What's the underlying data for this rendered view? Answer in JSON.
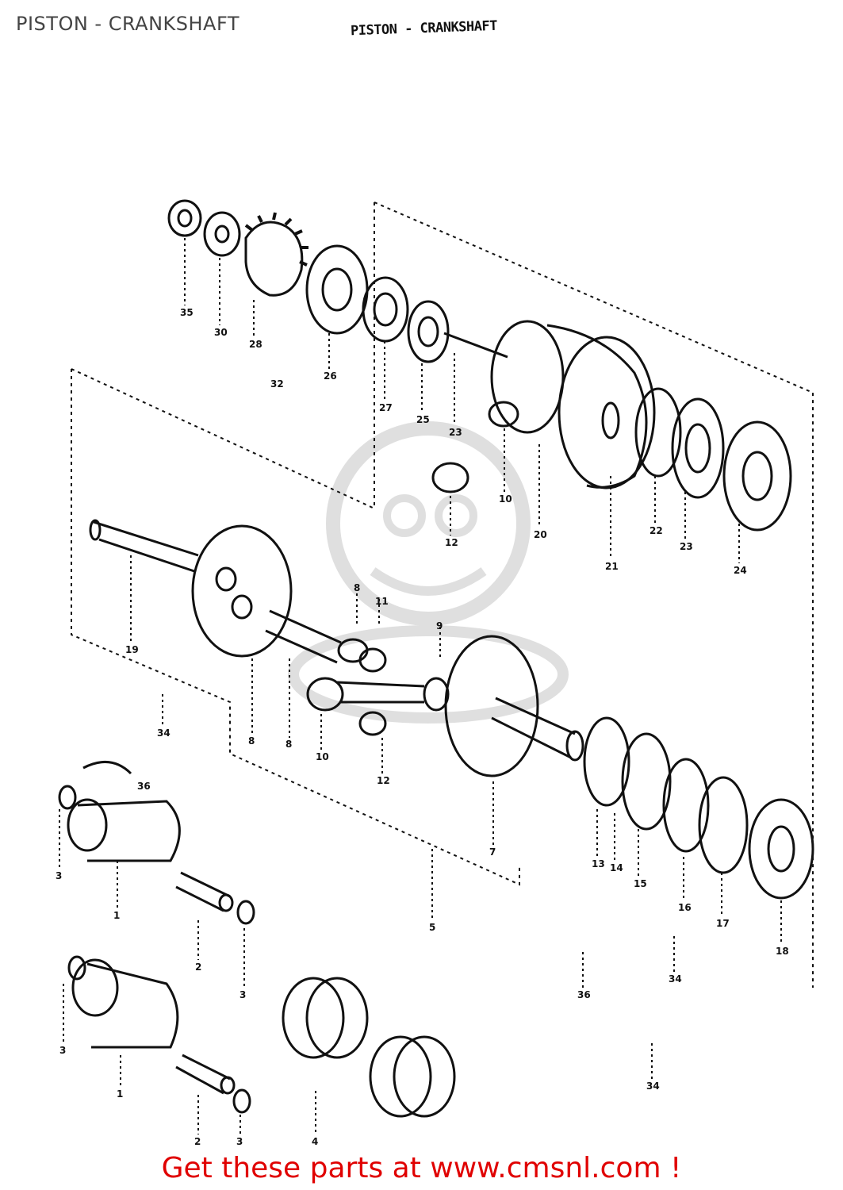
{
  "header": {
    "title": "PISTON - CRANKSHAFT",
    "diagram_heading": "PISTON - CRANKSHAFT"
  },
  "footer": {
    "text": "Get these parts at www.cmsnl.com !"
  },
  "callouts": [
    "35",
    "30",
    "28",
    "32",
    "26",
    "27",
    "25",
    "23",
    "10",
    "20",
    "21",
    "22",
    "23",
    "24",
    "12",
    "19",
    "8",
    "11",
    "8",
    "9",
    "8",
    "10",
    "12",
    "7",
    "34",
    "36",
    "13",
    "14",
    "15",
    "16",
    "17",
    "18",
    "3",
    "1",
    "2",
    "3",
    "5",
    "3",
    "1",
    "2",
    "3",
    "4",
    "36",
    "34",
    "34"
  ],
  "colors": {
    "footer": "#e00000",
    "ink": "#111111",
    "title": "#444444"
  }
}
